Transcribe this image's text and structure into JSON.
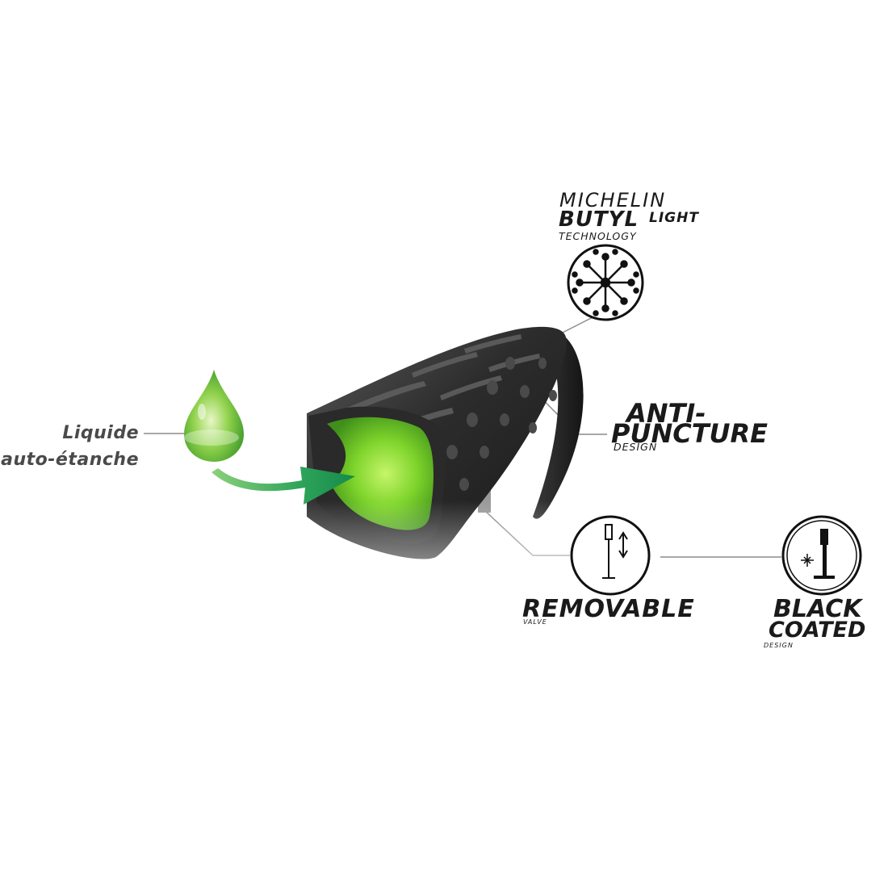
{
  "labels": {
    "liquid_line1": "Liquide",
    "liquid_line2": "auto-étanche",
    "michelin": "MICHELIN",
    "butyl": "BUTYL",
    "light": "LIGHT",
    "technology": "TECHNOLOGY",
    "anti_line1": "ANTI-",
    "anti_line2": "PUNCTURE",
    "anti_design": "DESIGN",
    "removable": "REMOVABLE",
    "valve": "VALVE",
    "black": "BLACK",
    "coated": "COATED",
    "coated_design": "DESIGN"
  },
  "colors": {
    "tire": "#2b2b2b",
    "sealant_green": "#7fd12a",
    "arrow_green": "#1f9a55",
    "drop_green": "#6ec23e",
    "leader_line": "#8c8c8c",
    "icon_ring": "#111111"
  },
  "icons": [
    "liquid-drop-icon",
    "sealant-arrow-icon",
    "butyl-molecule-icon",
    "removable-valve-icon",
    "black-coated-valve-icon"
  ]
}
